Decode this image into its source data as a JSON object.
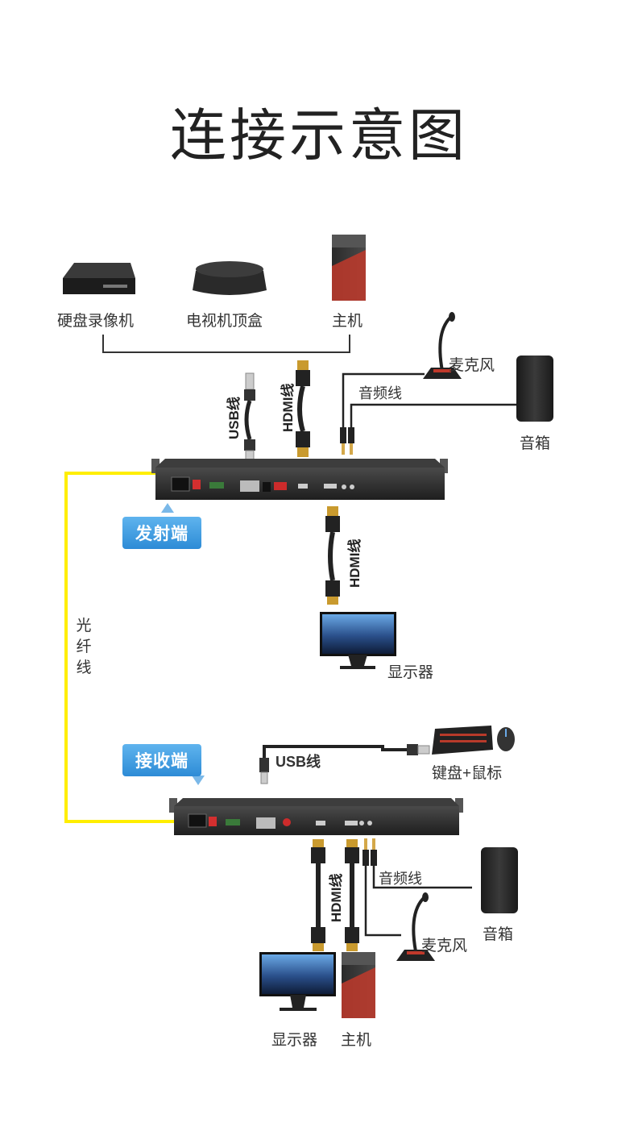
{
  "title": "连接示意图",
  "devices": {
    "nvr": "硬盘录像机",
    "settop": "电视机顶盒",
    "host_top": "主机",
    "mic_top": "麦克风",
    "speaker_top": "音箱",
    "monitor_mid": "显示器",
    "kbmouse": "键盘+鼠标",
    "speaker_bot": "音箱",
    "mic_bot": "麦克风",
    "monitor_bot": "显示器",
    "host_bot": "主机"
  },
  "cables": {
    "usb_top": "USB线",
    "hdmi_top": "HDMI线",
    "audio_top": "音频线",
    "hdmi_mid": "HDMI线",
    "usb_bot": "USB线",
    "hdmi_bot": "HDMI线",
    "audio_bot": "音频线",
    "fiber": [
      "光",
      "纤",
      "线"
    ]
  },
  "tags": {
    "transmitter": "发射端",
    "receiver": "接收端"
  },
  "colors": {
    "fiber": "#ffee00",
    "tag_blue": "#2d8bd6",
    "chassis": "#2b2b2b",
    "host_red": "#c0392b"
  }
}
